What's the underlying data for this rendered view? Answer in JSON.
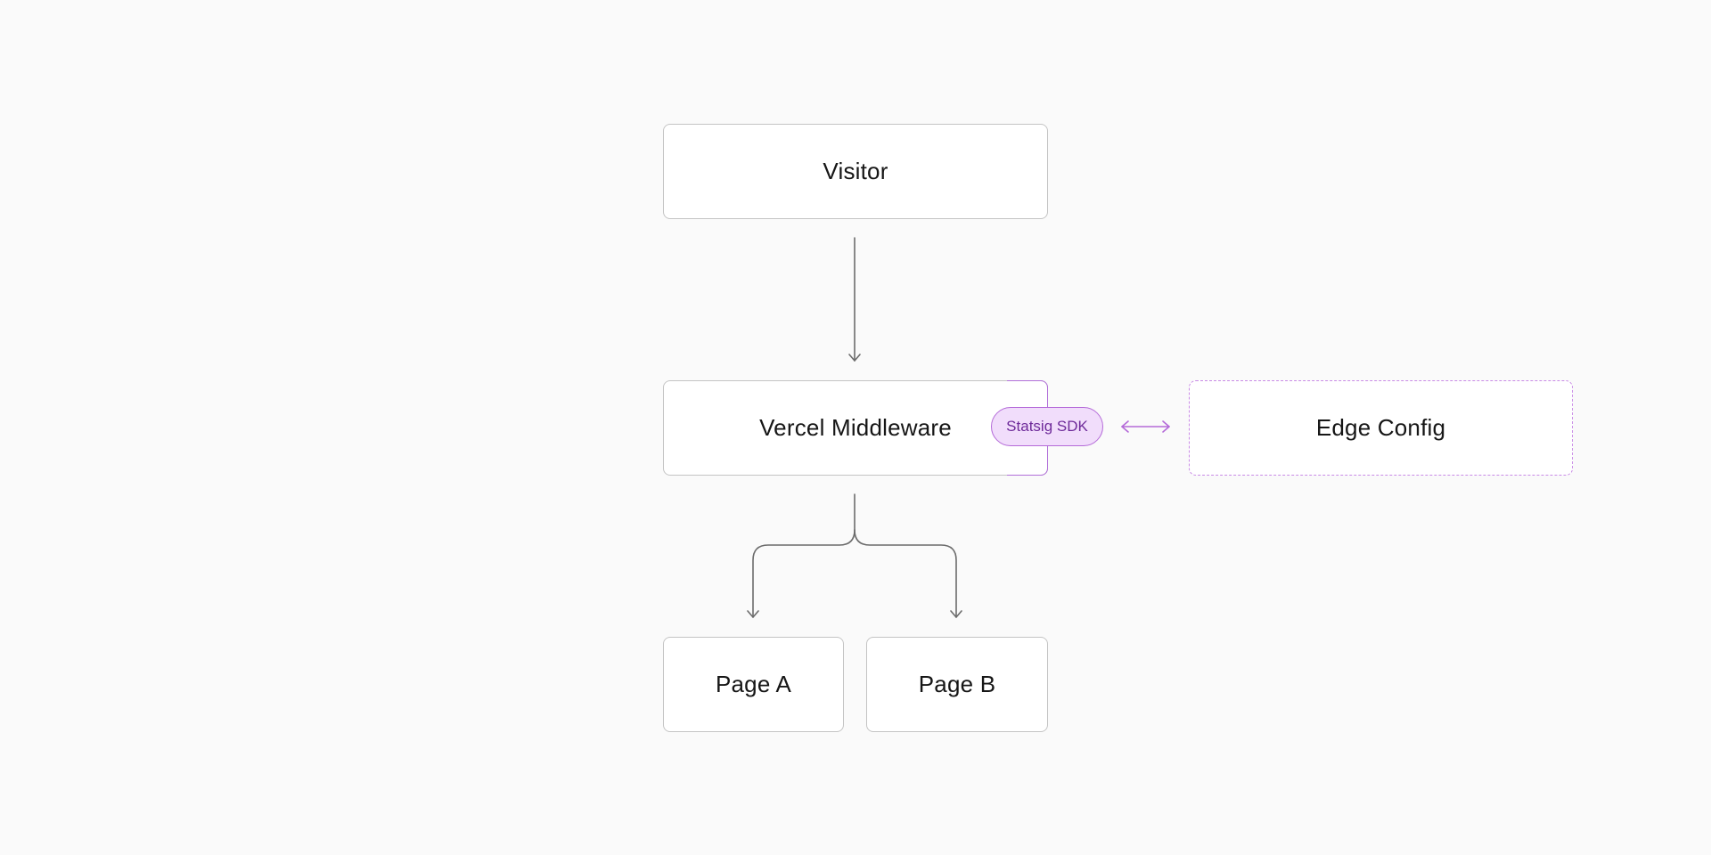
{
  "nodes": {
    "visitor": {
      "label": "Visitor"
    },
    "middleware": {
      "label": "Vercel Middleware"
    },
    "sdk_badge": {
      "label": "Statsig SDK"
    },
    "edge_config": {
      "label": "Edge Config"
    },
    "page_a": {
      "label": "Page A"
    },
    "page_b": {
      "label": "Page B"
    }
  },
  "colors": {
    "background": "#fafafa",
    "node_border": "#c4c4c4",
    "arrow": "#6b6b6b",
    "accent_purple": "#b46ad8",
    "badge_fill": "#f1ddfb",
    "badge_text": "#6e2b9a"
  },
  "edges": [
    {
      "from": "visitor",
      "to": "middleware",
      "type": "arrow"
    },
    {
      "from": "middleware",
      "to": "page_a",
      "type": "arrow"
    },
    {
      "from": "middleware",
      "to": "page_b",
      "type": "arrow"
    },
    {
      "from": "sdk_badge",
      "to": "edge_config",
      "type": "bidirectional-arrow"
    }
  ]
}
